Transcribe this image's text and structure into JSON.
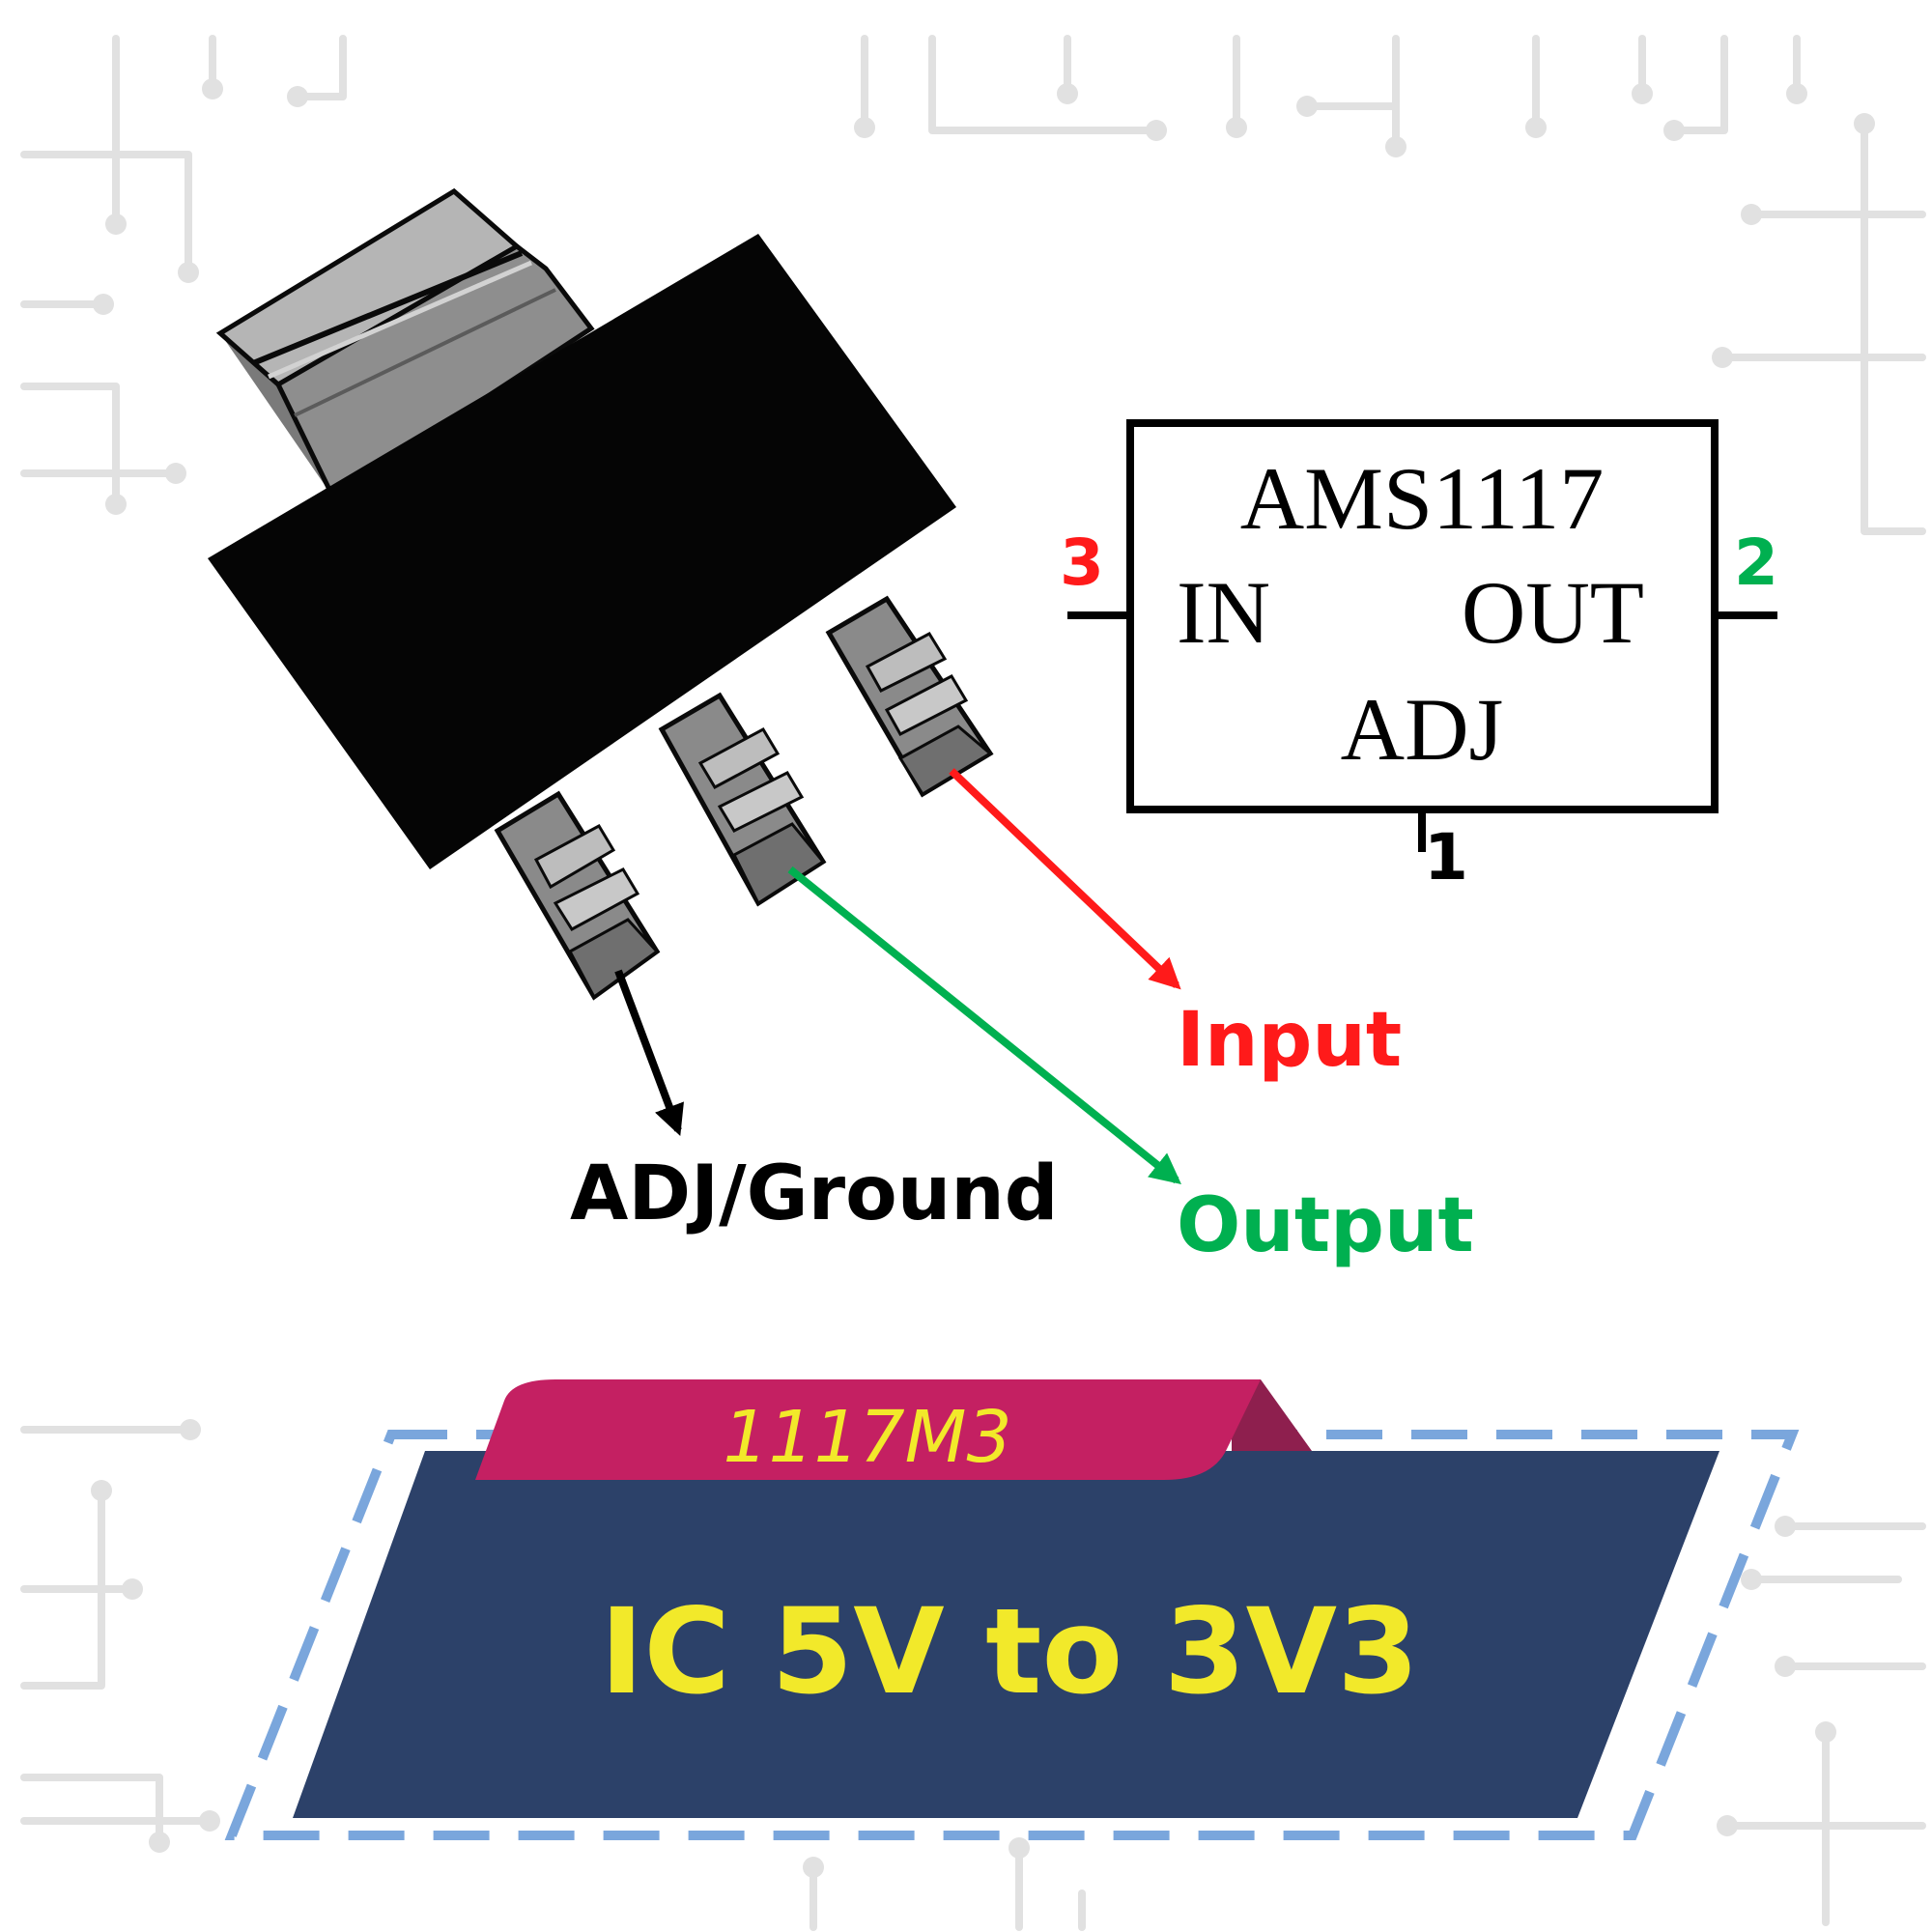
{
  "ic_symbol": {
    "part_number": "AMS1117",
    "pin_in_label": "IN",
    "pin_out_label": "OUT",
    "pin_adj_label": "ADJ",
    "pin_in_number": "3",
    "pin_out_number": "2",
    "pin_adj_number": "1"
  },
  "pin_callouts": {
    "input": "Input",
    "output": "Output",
    "ground": "ADJ/Ground"
  },
  "banner": {
    "tag": "1117M3",
    "title": "IC 5V to 3V3"
  },
  "colors": {
    "input": "#ff1a1a",
    "output": "#00b050",
    "ground": "#000000",
    "banner_bg": "#2c4169",
    "banner_tag_bg": "#c42062",
    "banner_text": "#f2e92a",
    "dashed_border": "#7aa6dc",
    "circuit_trace": "#e1e1e1"
  }
}
